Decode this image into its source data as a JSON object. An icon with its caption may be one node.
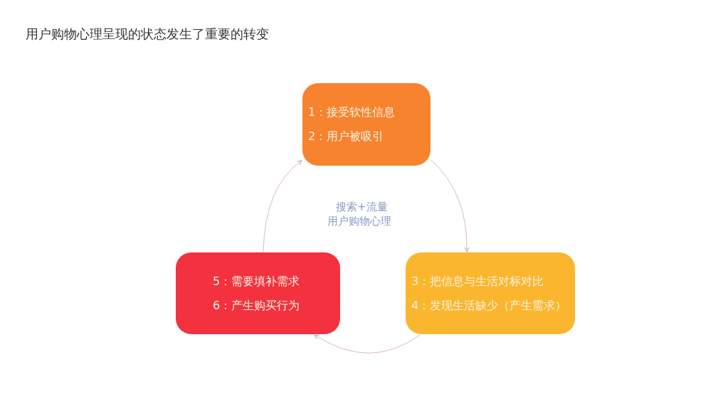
{
  "diagram": {
    "title": "用户购物心理呈现的状态发生了重要的转变",
    "nodes": [
      {
        "text": [
          "1：接受软性信息",
          "2：用户被吸引"
        ]
      },
      {
        "text": [
          "3：把信息与生活对标对比",
          "4：发现生活缺少（产生需求）"
        ]
      },
      {
        "text": [
          "5：需要填补需求",
          "6：产生购买行为"
        ]
      }
    ],
    "edges": [
      {
        "from": 0,
        "to": 1,
        "arrow": "to"
      },
      {
        "from": 1,
        "to": 2,
        "arrow": "to"
      },
      {
        "from": 2,
        "to": 0,
        "arrow": "to"
      }
    ],
    "labels": [
      "搜索+流量",
      "用户购物心理"
    ]
  }
}
